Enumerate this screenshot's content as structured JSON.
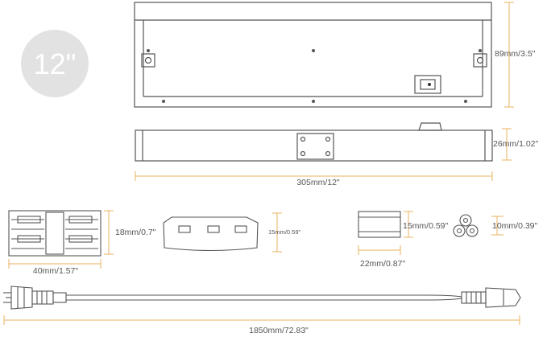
{
  "badge": {
    "label": "12\""
  },
  "colors": {
    "dimension": "#e8b35f",
    "outline": "#555555",
    "badge": "#e2e2e2",
    "text": "#555555"
  },
  "dimensions": {
    "fixture_height": "89mm/3.5\"",
    "fixture_depth": "26mm/1.02\"",
    "fixture_length": "305mm/12\"",
    "connector_height": "18mm/0.7\"",
    "connector_width": "40mm/1.57\"",
    "outlet_height": "15mm/0.59\"",
    "joiner_height": "15mm/0.59\"",
    "joiner_width": "22mm/0.87\"",
    "plug_tip_size": "10mm/0.39\"",
    "cord_length": "1850mm/72.83\""
  }
}
